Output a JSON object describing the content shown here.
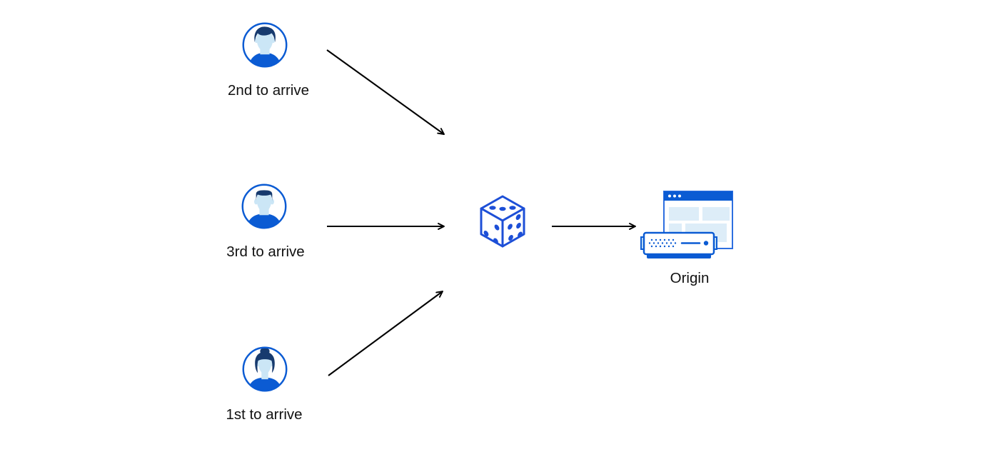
{
  "page": {
    "background": "#ffffff"
  },
  "colors": {
    "page_bg": "#ffffff",
    "blue": "#0b5bd3",
    "navy": "#173a6e",
    "light_blue": "#cbe6f6",
    "panel_blue": "#ddedf8",
    "window_border": "#2e6fe0",
    "dice_blue": "#1d4fd7",
    "arrow": "#000000",
    "label_text": "#111111"
  },
  "nodes": {
    "user_second": {
      "label": "2nd to arrive",
      "icon": "male-user-avatar-icon"
    },
    "user_third": {
      "label": "3rd to arrive",
      "icon": "male-flattop-user-avatar-icon"
    },
    "user_first": {
      "label": "1st to arrive",
      "icon": "female-user-avatar-icon"
    },
    "randomizer": {
      "icon": "dice-icon"
    },
    "origin": {
      "label": "Origin",
      "icon": "origin-server-icon"
    }
  },
  "edges": [
    {
      "from": "user_second",
      "to": "randomizer"
    },
    {
      "from": "user_third",
      "to": "randomizer"
    },
    {
      "from": "user_first",
      "to": "randomizer"
    },
    {
      "from": "randomizer",
      "to": "origin"
    }
  ]
}
